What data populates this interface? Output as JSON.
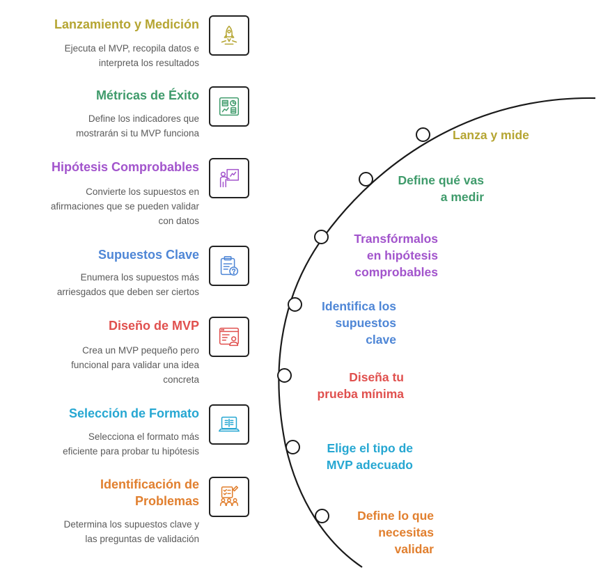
{
  "steps": [
    {
      "title": "Lanzamiento y Medición",
      "desc": "Ejecuta el MVP, recopila datos e\ninterpreta los resultados",
      "arc_label": "Lanza y mide",
      "color": "#b5a532",
      "icon": "rocket-icon"
    },
    {
      "title": "Métricas de Éxito",
      "desc": "Define los indicadores que\nmostrarán si tu MVP funciona",
      "arc_label": "Define qué vas\na medir",
      "color": "#3f9b6b",
      "icon": "dashboard-icon"
    },
    {
      "title": "Hipótesis Comprobables",
      "desc": "Convierte los supuestos en\nafirmaciones que se pueden validar\ncon datos",
      "arc_label": "Transfórmalos\nen hipótesis\ncomprobables",
      "color": "#a254cc",
      "icon": "presenter-icon"
    },
    {
      "title": "Supuestos Clave",
      "desc": "Enumera los supuestos más\narriesgados que deben ser ciertos",
      "arc_label": "Identifica los\nsupuestos\nclave",
      "color": "#4e86d6",
      "icon": "clipboard-question-icon"
    },
    {
      "title": "Diseño de MVP",
      "desc": "Crea un MVP pequeño pero\nfuncional para validar una idea\nconcreta",
      "arc_label": "Diseña tu\nprueba mínima",
      "color": "#e0504e",
      "icon": "browser-user-icon"
    },
    {
      "title": "Selección de Formato",
      "desc": "Selecciona el formato más\neficiente para probar tu hipótesis",
      "arc_label": "Elige el tipo de\nMVP adecuado",
      "color": "#26a7d2",
      "icon": "laptop-icon"
    },
    {
      "title": "Identificación de\nProblemas",
      "desc": "Determina los supuestos clave y\nlas preguntas de validación",
      "arc_label": "Define lo que\nnecesitas\nvalidar",
      "color": "#e17f2e",
      "icon": "team-checklist-icon"
    }
  ]
}
